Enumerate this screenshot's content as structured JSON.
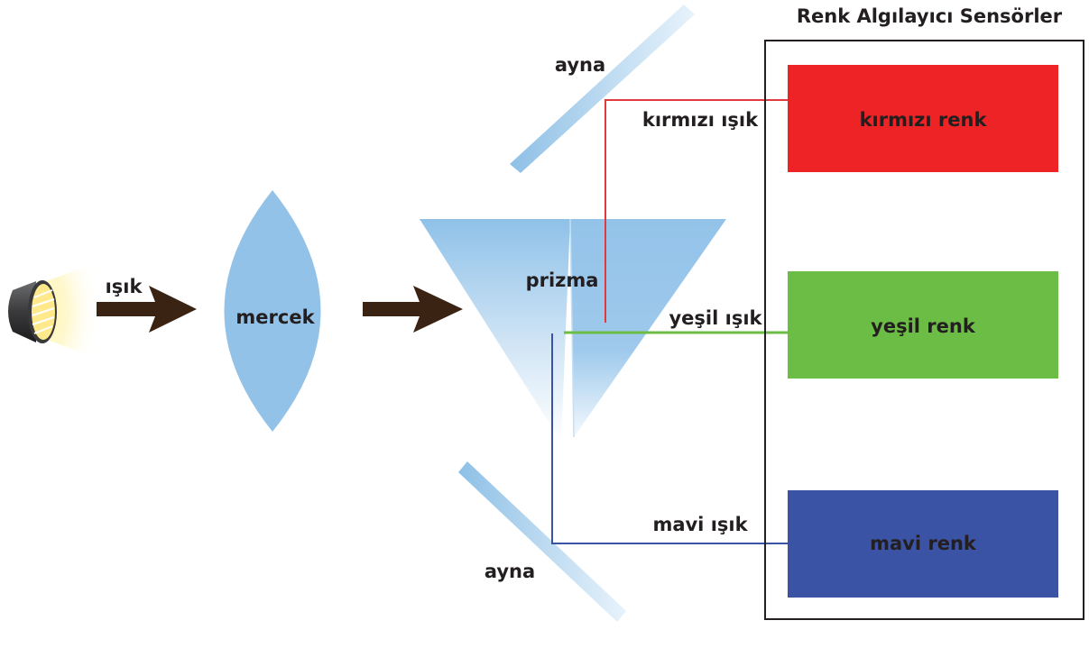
{
  "title": "Renk Algılayıcı Sensörler",
  "labels": {
    "light": "ışık",
    "lens": "mercek",
    "prism": "prizma",
    "mirror_top": "ayna",
    "mirror_bottom": "ayna",
    "red_light": "kırmızı ışık",
    "green_light": "yeşil ışık",
    "blue_light": "mavi ışık"
  },
  "sensors": [
    {
      "label": "kırmızı renk",
      "color": "#ee2326"
    },
    {
      "label": "yeşil renk",
      "color": "#6cbd45"
    },
    {
      "label": "mavi renk",
      "color": "#3a53a4"
    }
  ],
  "colors": {
    "red_line": "#e03a3e",
    "green_line": "#6cbd45",
    "blue_line": "#3a53a4",
    "lens": "#92c2e8",
    "arrow": "#3b2314",
    "frame": "#231f20"
  }
}
